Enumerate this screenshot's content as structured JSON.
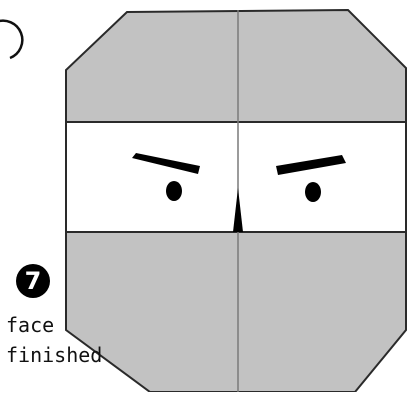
{
  "step": {
    "number": "7",
    "caption_line1": "face",
    "caption_line2": "finished"
  },
  "colors": {
    "mask": "#c2c2c2",
    "band": "#ffffff",
    "outline": "#2a2a2a",
    "features": "#000000",
    "crease": "#7a7a7a"
  },
  "icons": {
    "prev_step_marker": "circled-step-icon",
    "step_badge": "filled-circle-number-icon"
  }
}
